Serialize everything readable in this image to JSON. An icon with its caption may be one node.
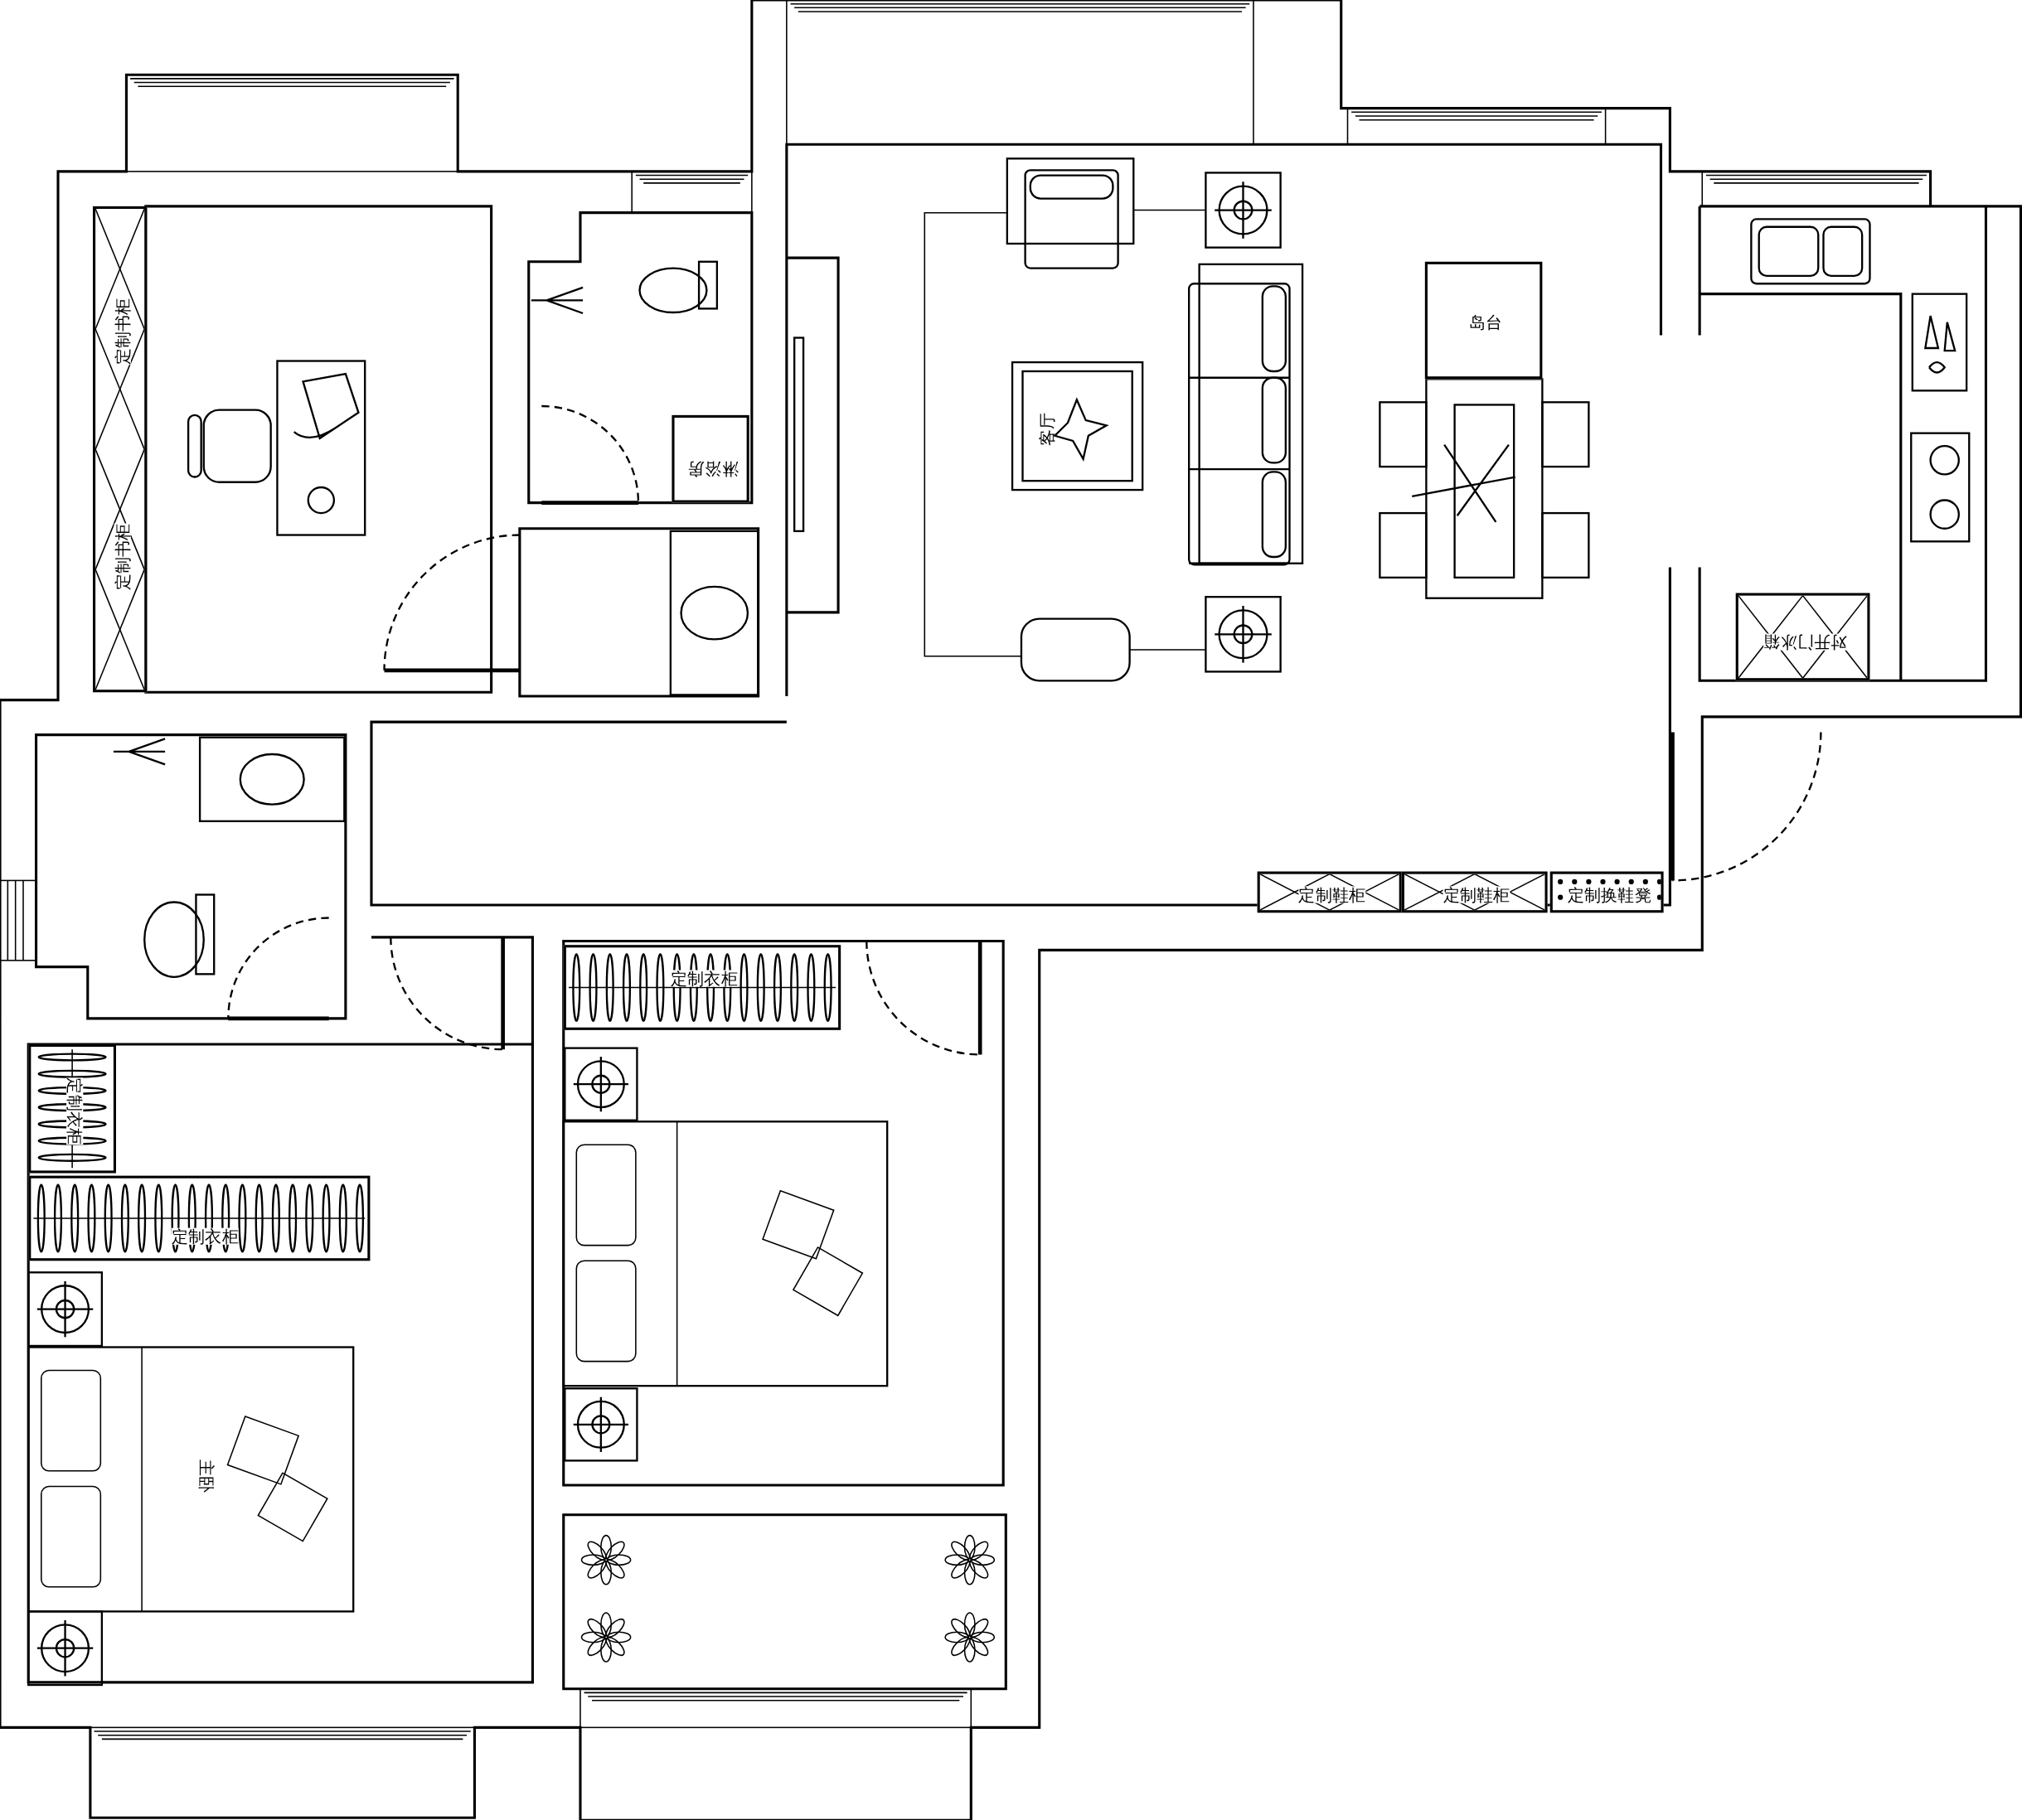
{
  "diagram": {
    "nodes": [
      {
        "text": [
          "定制书柜",
          "定制书柜"
        ]
      },
      {
        "text": [
          "岛台"
        ]
      },
      {
        "text": [
          "淋浴房"
        ]
      },
      {
        "text": [
          "对开门冰箱"
        ]
      },
      {
        "text": [
          "定制鞋柜"
        ]
      },
      {
        "text": [
          "定制鞋柜"
        ]
      },
      {
        "text": [
          "定制换鞋凳"
        ]
      },
      {
        "text": [
          "定制衣柜"
        ]
      },
      {
        "text": [
          "定制衣柜"
        ]
      },
      {
        "text": [
          "定制衣柜"
        ]
      }
    ],
    "labels": [
      "客厅",
      "主卧"
    ]
  }
}
